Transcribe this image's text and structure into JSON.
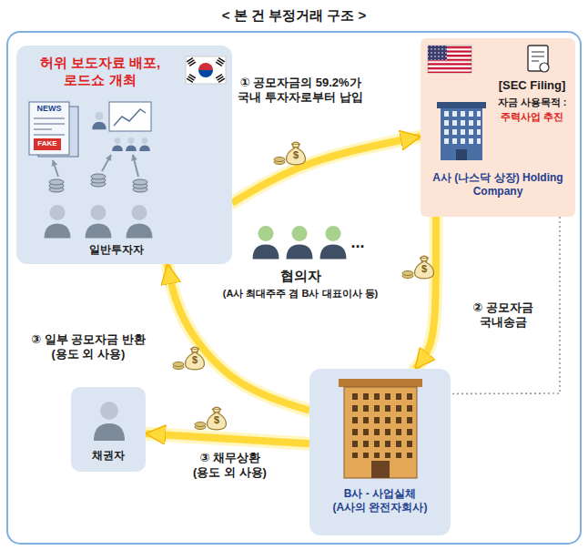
{
  "diagram": {
    "title": "< 본 건 부정거래 구조 >",
    "nodes": [
      {
        "text": [
          "허위 보도자료 배포, 로드쇼 개최",
          "일반투자자"
        ]
      },
      {
        "text": [
          "[SEC Filing]",
          "자금 사용목적 :",
          "주력사업 추진",
          "A사 (나스닥 상장) Holding Company"
        ]
      },
      {
        "text": [
          "B사 - 사업실체 (A사의 완전자회사)"
        ]
      },
      {
        "text": [
          "채권자"
        ]
      }
    ],
    "edges": [
      {
        "from": 0,
        "to": 1,
        "arrow": "to",
        "label": "① 공모자금의 59.2%가 국내 투자자로부터 납입"
      },
      {
        "from": 1,
        "to": 2,
        "arrow": "to",
        "label": "② 공모자금 국내송금"
      },
      {
        "from": 2,
        "to": 0,
        "arrow": "to",
        "label": "③ 일부 공모자금 반환 (용도 외 사용)"
      },
      {
        "from": 2,
        "to": 3,
        "arrow": "to",
        "label": "③ 채무상환 (용도 외 사용)"
      },
      {
        "from": 1,
        "to": 2,
        "arrow": "none"
      }
    ],
    "labels": [
      "NEWS",
      "FAKE",
      "...",
      "협의자",
      "(A사 최대주주 겸 B사 대표이사 등)",
      "$",
      "$",
      "$",
      "$"
    ]
  }
}
